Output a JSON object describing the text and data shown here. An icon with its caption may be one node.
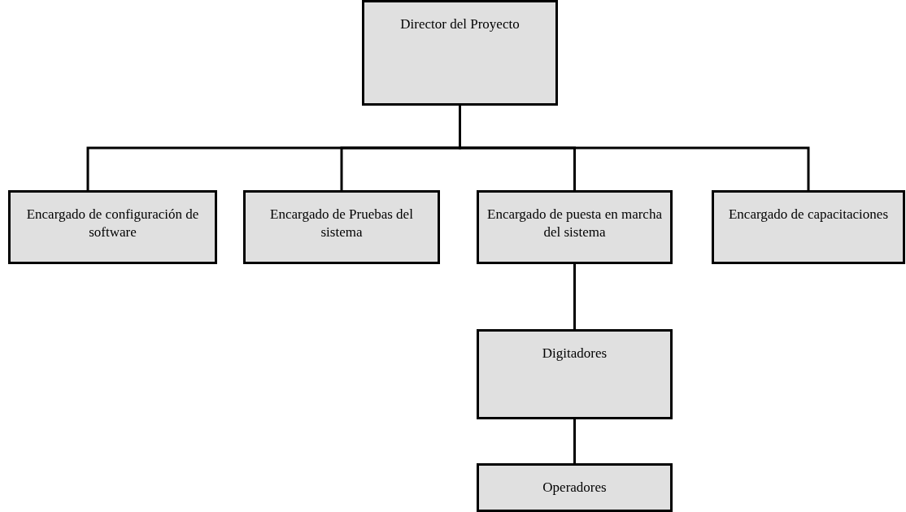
{
  "diagram": {
    "nodes": [
      {
        "text": [
          "Director del Proyecto"
        ]
      },
      {
        "text": [
          "Encargado de configuración de software"
        ]
      },
      {
        "text": [
          "Encargado de Pruebas del sistema"
        ]
      },
      {
        "text": [
          "Encargado de puesta en marcha del sistema"
        ]
      },
      {
        "text": [
          "Encargado de capacitaciones"
        ]
      },
      {
        "text": [
          "Digitadores"
        ]
      },
      {
        "text": [
          "Operadores"
        ]
      }
    ],
    "edges": [
      {
        "from": 0,
        "to": 1,
        "arrow": "none"
      },
      {
        "from": 0,
        "to": 2,
        "arrow": "none"
      },
      {
        "from": 0,
        "to": 3,
        "arrow": "none"
      },
      {
        "from": 0,
        "to": 4,
        "arrow": "none"
      },
      {
        "from": 3,
        "to": 5,
        "arrow": "none"
      },
      {
        "from": 5,
        "to": 6,
        "arrow": "none"
      }
    ]
  }
}
